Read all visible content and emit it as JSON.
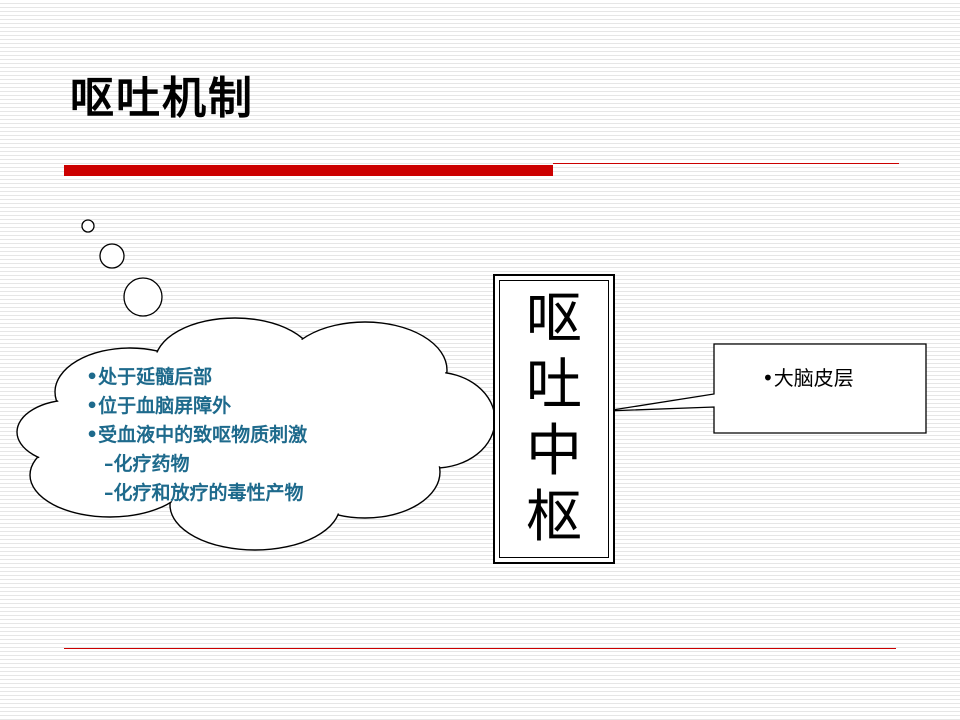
{
  "slide": {
    "title": "呕吐机制"
  },
  "cloud": {
    "items": [
      "•处于延髓后部",
      "•位于血脑屏障外",
      "•受血液中的致呕物质刺激"
    ],
    "subitems": [
      "–化疗药物",
      "–化疗和放疗的毒性产物"
    ]
  },
  "center": {
    "chars": [
      "呕",
      "吐",
      "中",
      "枢"
    ]
  },
  "callout": {
    "text": "•大脑皮层"
  },
  "colors": {
    "accent_red": "#cc0000",
    "cloud_text": "#1e6a8c"
  }
}
